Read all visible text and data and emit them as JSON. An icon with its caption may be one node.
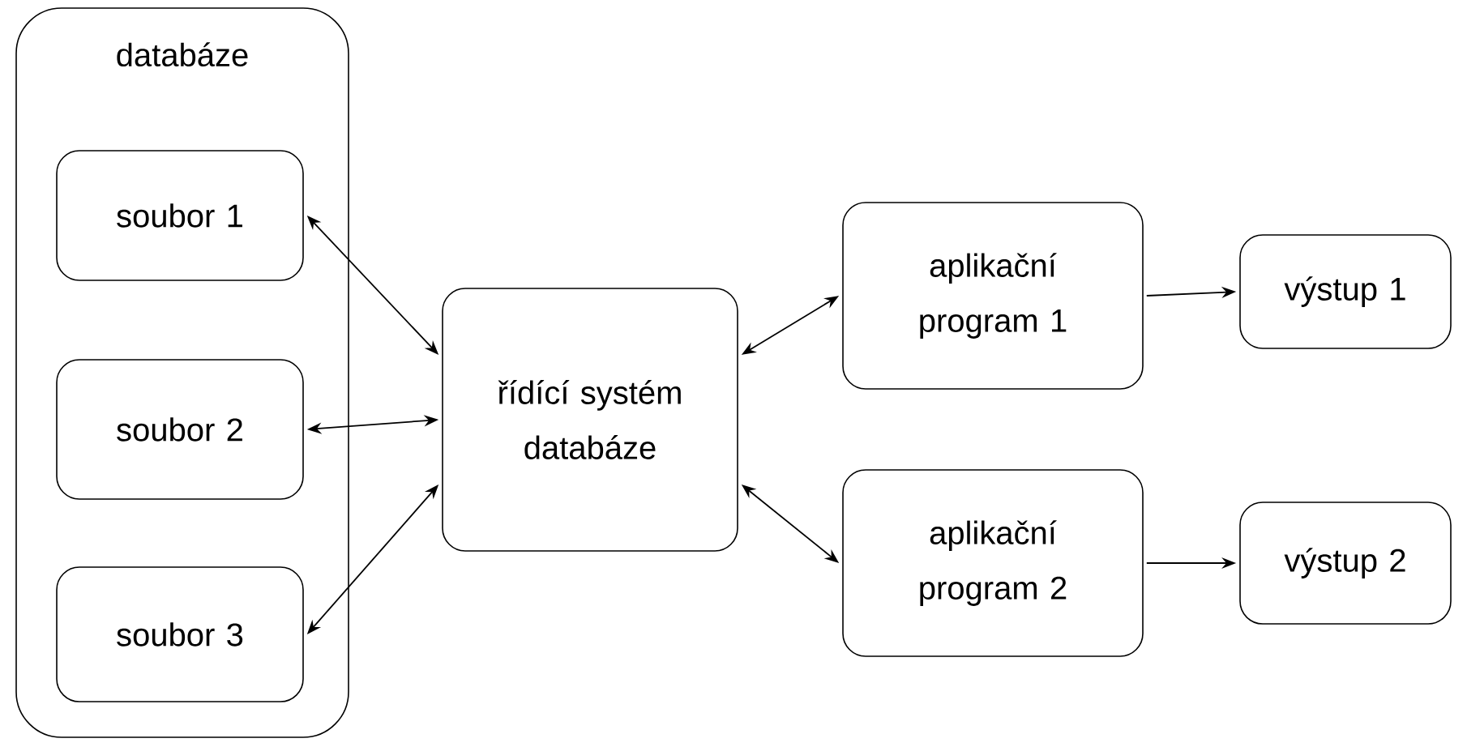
{
  "diagram": {
    "nodes": [
      {
        "text": [
          "databáze"
        ]
      },
      {
        "text": [
          "soubor 1"
        ],
        "in": 0
      },
      {
        "text": [
          "soubor 2"
        ],
        "in": 0
      },
      {
        "text": [
          "soubor 3"
        ],
        "in": 0
      },
      {
        "text": [
          "řídící systém databáze"
        ]
      },
      {
        "text": [
          "aplikační program 1"
        ]
      },
      {
        "text": [
          "aplikační program 2"
        ]
      },
      {
        "text": [
          "výstup 1"
        ]
      },
      {
        "text": [
          "výstup 2"
        ]
      }
    ],
    "edges": [
      {
        "from": 1,
        "to": 4,
        "arrow": "both"
      },
      {
        "from": 2,
        "to": 4,
        "arrow": "both"
      },
      {
        "from": 3,
        "to": 4,
        "arrow": "both"
      },
      {
        "from": 4,
        "to": 5,
        "arrow": "both"
      },
      {
        "from": 4,
        "to": 6,
        "arrow": "both"
      },
      {
        "from": 5,
        "to": 7,
        "arrow": "to"
      },
      {
        "from": 6,
        "to": 8,
        "arrow": "to"
      }
    ]
  }
}
